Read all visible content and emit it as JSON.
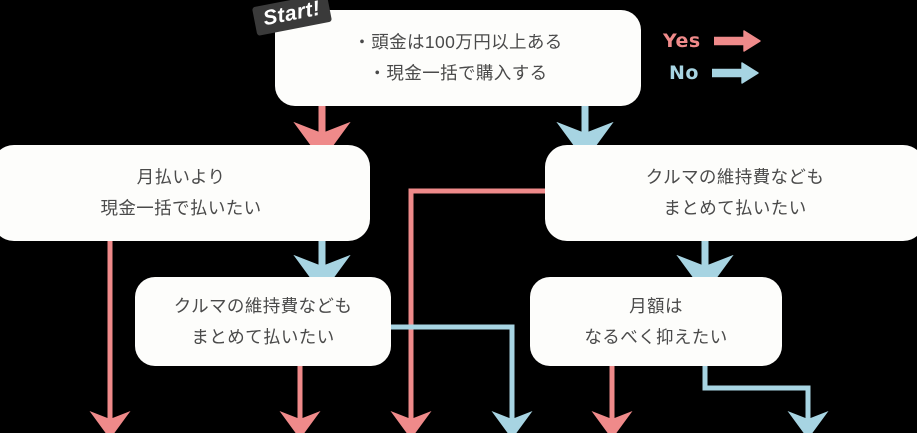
{
  "diagram": {
    "title_badge": "Start!",
    "background_color": "#000000",
    "node_fill": "#fdfdfb",
    "text_color": "#4a4a4a",
    "yes_color": "#ef8a8a",
    "no_color": "#a7d4e2"
  },
  "legend": {
    "yes": {
      "label": "Yes",
      "color": "#ef8a8a",
      "icon": "arrow-right-icon"
    },
    "no": {
      "label": "No",
      "color": "#a7d4e2",
      "icon": "arrow-right-icon"
    }
  },
  "nodes": [
    {
      "id": "start",
      "lines": [
        "・頭金は100万円以上ある",
        "・現金一括で購入する"
      ]
    },
    {
      "id": "left",
      "lines": [
        "月払いより",
        "現金一括で払いたい"
      ]
    },
    {
      "id": "right",
      "lines": [
        "クルマの維持費なども",
        "まとめて払いたい"
      ]
    },
    {
      "id": "lower-left",
      "lines": [
        "クルマの維持費なども",
        "まとめて払いたい"
      ]
    },
    {
      "id": "lower-right",
      "lines": [
        "月額は",
        "なるべく抑えたい"
      ]
    }
  ],
  "edges": [
    {
      "id": "start-to-left",
      "branch": "Yes",
      "color": "#ef8a8a",
      "shape": "straight-down"
    },
    {
      "id": "start-to-right",
      "branch": "No",
      "color": "#a7d4e2",
      "shape": "straight-down"
    },
    {
      "id": "left-to-lower-left",
      "branch": "No",
      "color": "#a7d4e2",
      "shape": "straight-down"
    },
    {
      "id": "right-to-lower-right",
      "branch": "No",
      "color": "#a7d4e2",
      "shape": "straight-down"
    },
    {
      "id": "left-exit-yes",
      "branch": "Yes",
      "color": "#ef8a8a",
      "shape": "straight-down"
    },
    {
      "id": "lower-left-exit-yes",
      "branch": "Yes",
      "color": "#ef8a8a",
      "shape": "straight-down"
    },
    {
      "id": "right-exit-yes",
      "branch": "Yes",
      "color": "#ef8a8a",
      "shape": "elbow-left-down"
    },
    {
      "id": "lower-left-exit-no",
      "branch": "No",
      "color": "#a7d4e2",
      "shape": "elbow-right-down"
    },
    {
      "id": "lower-right-exit-yes",
      "branch": "Yes",
      "color": "#ef8a8a",
      "shape": "straight-down"
    },
    {
      "id": "lower-right-exit-no",
      "branch": "No",
      "color": "#a7d4e2",
      "shape": "elbow-right-down"
    }
  ]
}
